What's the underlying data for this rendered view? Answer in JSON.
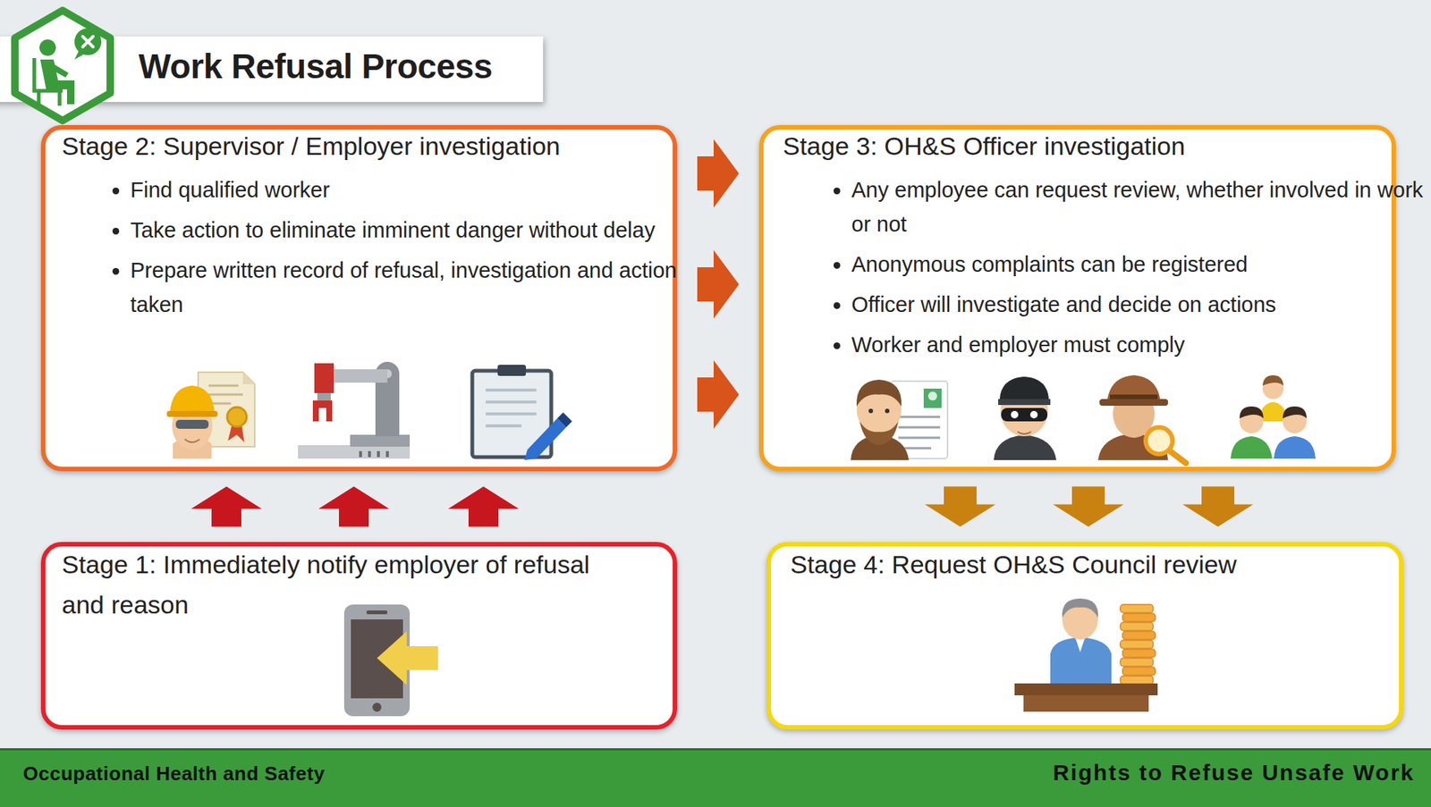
{
  "diagram": {
    "title": "Work Refusal Process",
    "nodes": [
      {
        "text": [
          "Stage 2: Supervisor / Employer investigation",
          "Find qualified worker",
          "Take action to eliminate imminent danger without delay",
          "Prepare written record of refusal, investigation and action taken"
        ]
      },
      {
        "text": [
          "Stage 3: OH&S Officer investigation",
          "Any employee can request review, whether involved in work or not",
          "Anonymous complaints can be registered",
          "Officer will investigate and decide on actions",
          "Worker and employer must comply"
        ]
      },
      {
        "text": [
          "Stage 1: Immediately notify employer of refusal and reason"
        ]
      },
      {
        "text": [
          "Stage 4: Request OH&S Council review"
        ]
      }
    ],
    "edges": [
      {
        "from": 2,
        "to": 0,
        "arrow": "to"
      },
      {
        "from": 2,
        "to": 0,
        "arrow": "to"
      },
      {
        "from": 2,
        "to": 0,
        "arrow": "to"
      },
      {
        "from": 0,
        "to": 1,
        "arrow": "to"
      },
      {
        "from": 0,
        "to": 1,
        "arrow": "to"
      },
      {
        "from": 0,
        "to": 1,
        "arrow": "to"
      },
      {
        "from": 1,
        "to": 3,
        "arrow": "to"
      },
      {
        "from": 1,
        "to": 3,
        "arrow": "to"
      },
      {
        "from": 1,
        "to": 3,
        "arrow": "to"
      }
    ],
    "labels": [
      "Occupational Health and Safety",
      "Rights to Refuse Unsafe Work"
    ]
  }
}
